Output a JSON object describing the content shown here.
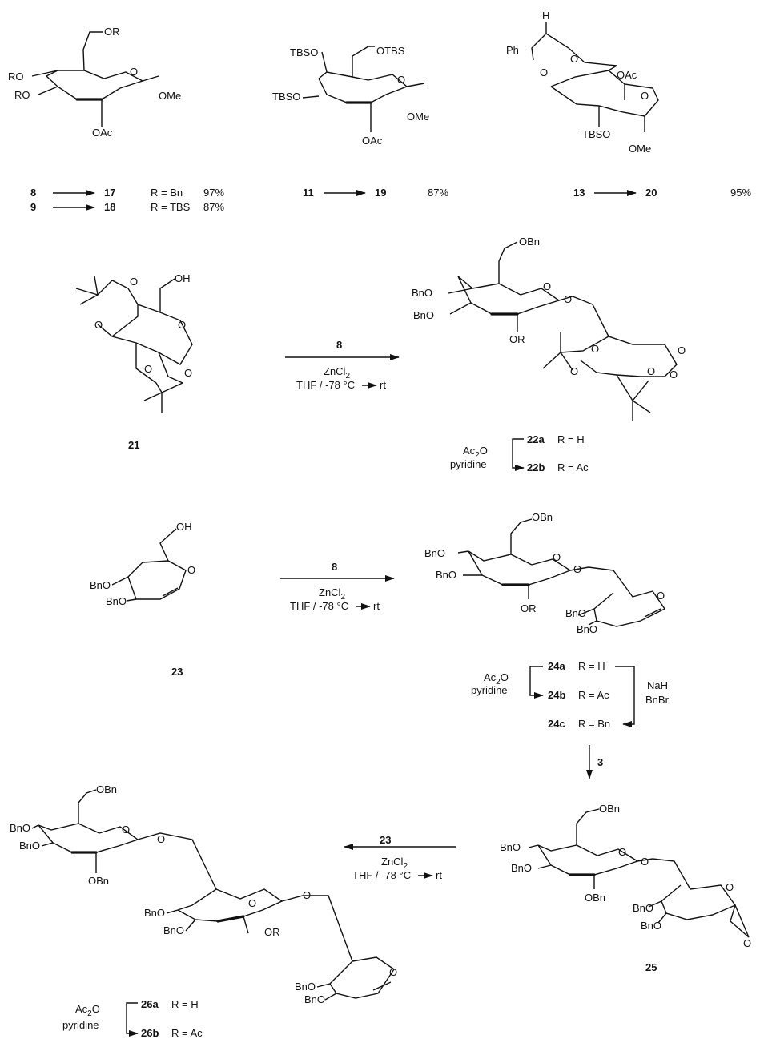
{
  "scheme": {
    "row1": {
      "struct_A": {
        "substituent_6": "OR",
        "substituent_4": "RO",
        "substituent_3": "RO",
        "substituent_2": "OAc",
        "substituent_1": "OMe"
      },
      "struct_B": {
        "substituent_6": "OTBS",
        "substituent_4": "TBSO",
        "substituent_3": "TBSO",
        "substituent_2": "OAc",
        "substituent_1": "OMe"
      },
      "struct_C": {
        "h": "H",
        "ph": "Ph",
        "o1": "O",
        "o2": "O",
        "oac": "OAc",
        "ring_o": "O",
        "tbso": "TBSO",
        "ome": "OMe"
      },
      "reactions": [
        {
          "from": "8",
          "to": "17",
          "condition": "R = Bn",
          "yield": "97%"
        },
        {
          "from": "9",
          "to": "18",
          "condition": "R = TBS",
          "yield": "87%"
        },
        {
          "from": "11",
          "to": "19",
          "condition": "",
          "yield": "87%"
        },
        {
          "from": "13",
          "to": "20",
          "condition": "",
          "yield": "95%"
        }
      ]
    },
    "row2": {
      "compound_21": {
        "id": "21",
        "oh": "OH",
        "o_a": "O",
        "o_b": "O",
        "o_ring": "O",
        "o_c": "O",
        "o_d": "O"
      },
      "reagent": "8",
      "catalyst": "ZnCl",
      "catalyst_sub": "2",
      "solvent": "THF /  -78 °C",
      "temp_end": "rt",
      "product": {
        "obn": "OBn",
        "bno1": "BnO",
        "bno2": "BnO",
        "ring_o": "O",
        "link_o": "O",
        "or": "OR",
        "o_a": "O",
        "o_b": "O",
        "o_c": "O",
        "o_d": "O",
        "o_e": "O"
      },
      "derivatives": {
        "reagent1_a": "Ac",
        "reagent1_sub": "2",
        "reagent1_b": "O",
        "reagent2": "pyridine",
        "a_id": "22a",
        "a_cond": "R = H",
        "b_id": "22b",
        "b_cond": "R = Ac"
      }
    },
    "row3": {
      "compound_23": {
        "id": "23",
        "oh": "OH",
        "bno1": "BnO",
        "bno2": "BnO",
        "ring_o": "O"
      },
      "reagent": "8",
      "catalyst": "ZnCl",
      "catalyst_sub": "2",
      "solvent": "THF /  -78 °C",
      "temp_end": "rt",
      "product": {
        "obn": "OBn",
        "bno1": "BnO",
        "bno2": "BnO",
        "ring_o": "O",
        "link_o": "O",
        "or": "OR",
        "bno3": "BnO",
        "bno4": "BnO",
        "ring_o2": "O"
      },
      "derivatives": {
        "reagent1_a": "Ac",
        "reagent1_sub": "2",
        "reagent1_b": "O",
        "reagent2": "pyridine",
        "a_id": "24a",
        "a_cond": "R = H",
        "b_id": "24b",
        "b_cond": "R = Ac",
        "c_id": "24c",
        "c_cond": "R = Bn",
        "side_reagent1": "NaH",
        "side_reagent2": "BnBr"
      },
      "down_reagent": "3"
    },
    "row4": {
      "compound_25": {
        "id": "25",
        "obn": "OBn",
        "bno1": "BnO",
        "bno2": "BnO",
        "ring_o": "O",
        "link_o": "O",
        "obn2": "OBn",
        "bno3": "BnO",
        "bno4": "BnO",
        "epox_o": "O",
        "ring_o2": "O"
      },
      "reagent": "23",
      "catalyst": "ZnCl",
      "catalyst_sub": "2",
      "solvent": "THF /  -78 °C",
      "temp_end": "rt",
      "product": {
        "obn": "OBn",
        "bno1": "BnO",
        "bno2": "BnO",
        "ring_o": "O",
        "link_o": "O",
        "obn2": "OBn",
        "bno3": "BnO",
        "bno4": "BnO",
        "ring_o2": "O",
        "link_o2": "O",
        "or": "OR",
        "bno5": "BnO",
        "bno6": "BnO",
        "ring_o3": "O"
      },
      "derivatives": {
        "reagent1_a": "Ac",
        "reagent1_sub": "2",
        "reagent1_b": "O",
        "reagent2": "pyridine",
        "a_id": "26a",
        "a_cond": "R = H",
        "b_id": "26b",
        "b_cond": "R = Ac"
      }
    }
  }
}
